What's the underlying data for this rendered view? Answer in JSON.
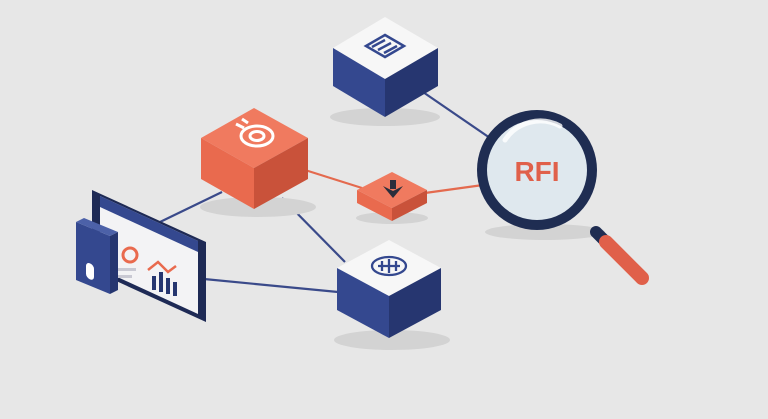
{
  "lens_text": "RFI",
  "colors": {
    "background": "#e7e7e7",
    "navy": "#34488f",
    "navy_dark": "#263670",
    "coral": "#e96a4e",
    "coral_dark": "#c9523a",
    "white_face": "#f7f7f7",
    "magnifier_ring": "#1f2d52",
    "magnifier_handle": "#e0604a",
    "blue_line": "#3a4a8a",
    "coral_line": "#e46a4e"
  },
  "nodes": [
    {
      "id": "top-box",
      "style": "navy-white",
      "icon": "document-icon"
    },
    {
      "id": "left-box",
      "style": "coral",
      "icon": "target-icon"
    },
    {
      "id": "center-box",
      "style": "coral-small",
      "icon": "arrow-down-icon"
    },
    {
      "id": "bottom-box",
      "style": "navy-white",
      "icon": "chip-icon"
    },
    {
      "id": "dashboard",
      "style": "monitor",
      "icon": "dashboard-chart-icon"
    },
    {
      "id": "magnifier",
      "style": "magnifier",
      "icon": "magnifier-icon"
    }
  ]
}
